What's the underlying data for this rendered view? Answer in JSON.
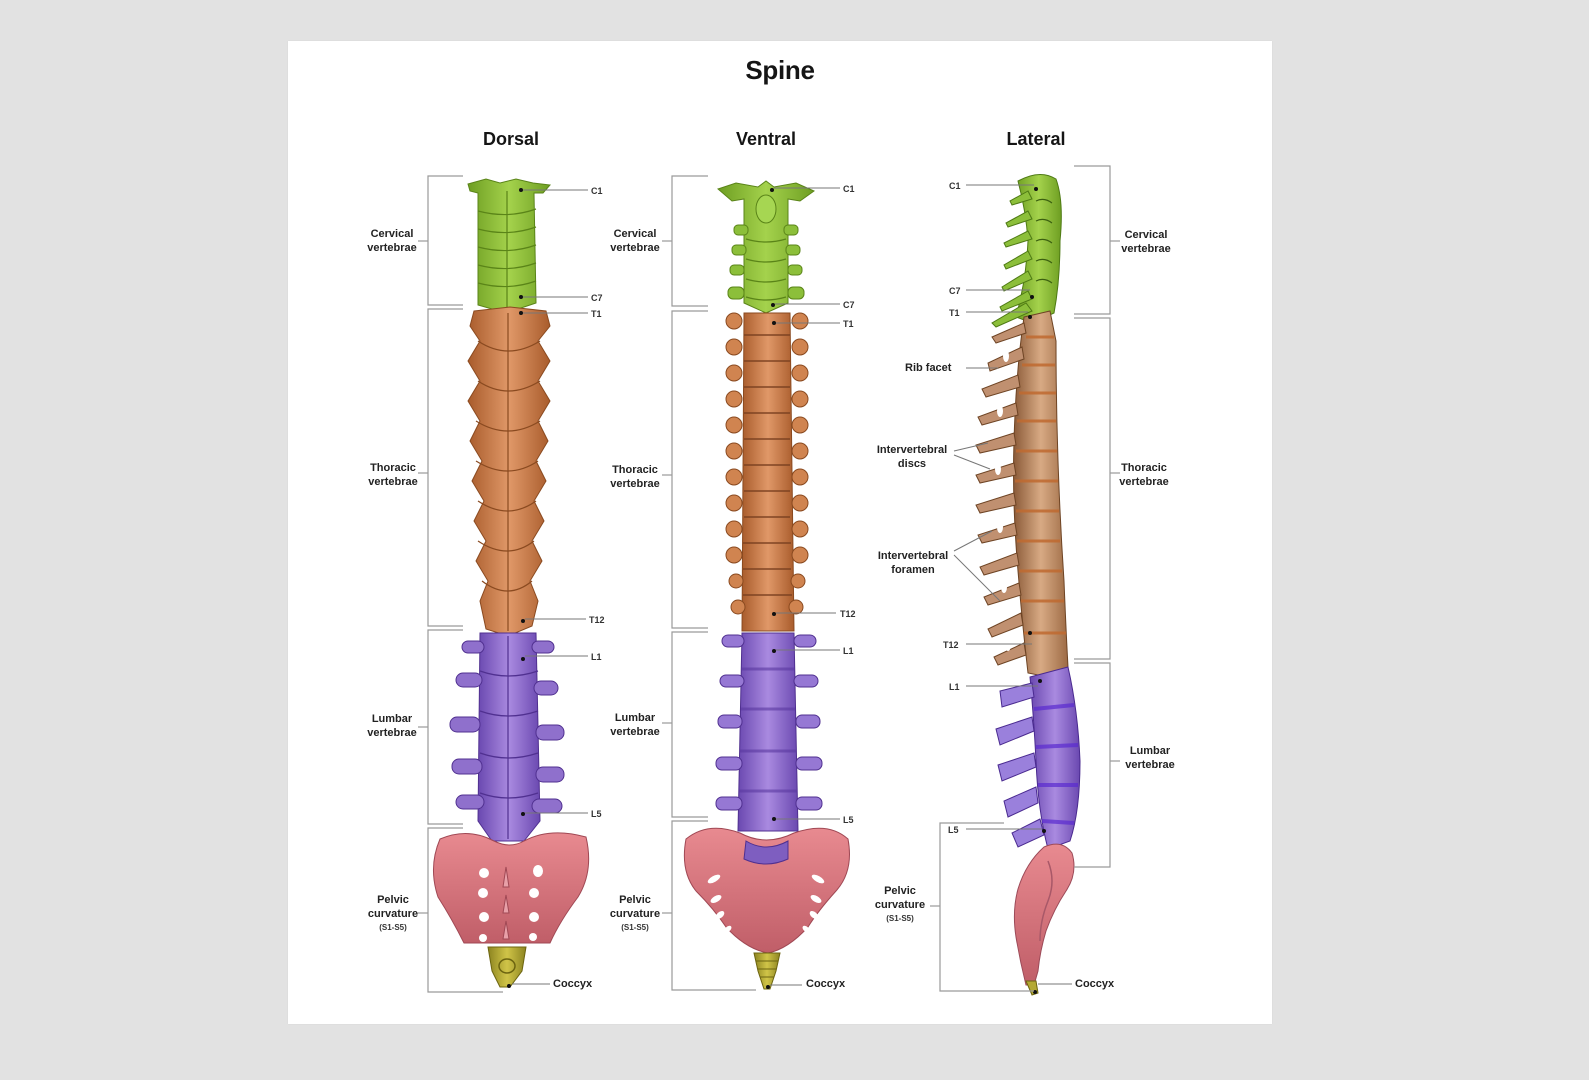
{
  "title": "Spine",
  "colors": {
    "page_bg": "#e2e2e2",
    "card_bg": "#ffffff",
    "cervical": "#8cbf3a",
    "thoracic": "#c87a48",
    "thoracic_lateral": "#b8865e",
    "lumbar": "#8a68c8",
    "pelvic": "#d8727a",
    "coccyx": "#b4a832",
    "bracket": "#9a9a9a"
  },
  "views": [
    {
      "name": "Dorsal",
      "regions": [
        {
          "label_line1": "Cervical",
          "label_line2": "vertebrae"
        },
        {
          "label_line1": "Thoracic",
          "label_line2": "vertebrae"
        },
        {
          "label_line1": "Lumbar",
          "label_line2": "vertebrae"
        },
        {
          "label_line1": "Pelvic",
          "label_line2": "curvature",
          "label_sub": "(S1-S5)"
        }
      ],
      "markers": [
        "C1",
        "C7",
        "T1",
        "T12",
        "L1",
        "L5",
        "Coccyx"
      ]
    },
    {
      "name": "Ventral",
      "regions": [
        {
          "label_line1": "Cervical",
          "label_line2": "vertebrae"
        },
        {
          "label_line1": "Thoracic",
          "label_line2": "vertebrae"
        },
        {
          "label_line1": "Lumbar",
          "label_line2": "vertebrae"
        },
        {
          "label_line1": "Pelvic",
          "label_line2": "curvature",
          "label_sub": "(S1-S5)"
        }
      ],
      "markers": [
        "C1",
        "C7",
        "T1",
        "T12",
        "L1",
        "L5",
        "Coccyx"
      ]
    },
    {
      "name": "Lateral",
      "regions": [
        {
          "label_line1": "Cervical",
          "label_line2": "vertebrae"
        },
        {
          "label_line1": "Thoracic",
          "label_line2": "vertebrae"
        },
        {
          "label_line1": "Lumbar",
          "label_line2": "vertebrae"
        },
        {
          "label_line1": "Pelvic",
          "label_line2": "curvature",
          "label_sub": "(S1-S5)"
        }
      ],
      "markers": [
        "C1",
        "C7",
        "T1",
        "T12",
        "L1",
        "L5",
        "Coccyx"
      ],
      "features": [
        {
          "label": "Rib facet"
        },
        {
          "label_line1": "Intervertebral",
          "label_line2": "discs"
        },
        {
          "label_line1": "Intervertebral",
          "label_line2": "foramen"
        }
      ]
    }
  ]
}
